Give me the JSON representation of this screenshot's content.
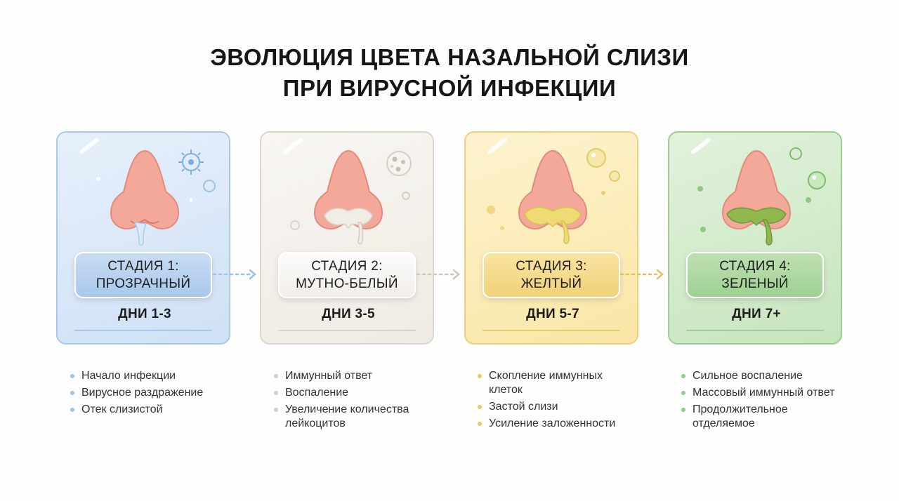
{
  "title": {
    "line1": "ЭВОЛЮЦИЯ ЦВЕТА НАЗАЛЬНОЙ СЛИЗИ",
    "line2": "ПРИ ВИРУСНОЙ ИНФЕКЦИИ"
  },
  "stages": [
    {
      "stage": "СТАДИЯ 1:",
      "color_name": "ПРОЗРАЧНЫЙ",
      "days": "ДНИ 1-3",
      "mucus_color": "#cfe5f7",
      "icon": "virus-icon",
      "bullets": [
        "Начало инфекции",
        "Вирусное раздражение",
        "Отек слизистой"
      ]
    },
    {
      "stage": "СТАДИЯ 2:",
      "color_name": "МУТНО-БЕЛЫЙ",
      "days": "ДНИ 3-5",
      "mucus_color": "#f1ede4",
      "icon": "cells-icon",
      "bullets": [
        "Иммунный ответ",
        "Воспаление",
        "Увеличение количества лейкоцитов"
      ]
    },
    {
      "stage": "СТАДИЯ 3:",
      "color_name": "ЖЕЛТЫЙ",
      "days": "ДНИ 5-7",
      "mucus_color": "#eedc72",
      "icon": "bubbles-icon",
      "bullets": [
        "Скопление иммунных клеток",
        "Застой слизи",
        "Усиление заложенности"
      ]
    },
    {
      "stage": "СТАДИЯ 4:",
      "color_name": "ЗЕЛЕНЫЙ",
      "days": "ДНИ 7+",
      "mucus_color": "#8fb84f",
      "icon": "bubbles-icon",
      "bullets": [
        "Сильное воспаление",
        "Массовый иммунный ответ",
        "Продолжительное отделяемое"
      ]
    }
  ],
  "colors": {
    "nose": "#f4a89a",
    "nose_shadow": "#e98f82"
  }
}
